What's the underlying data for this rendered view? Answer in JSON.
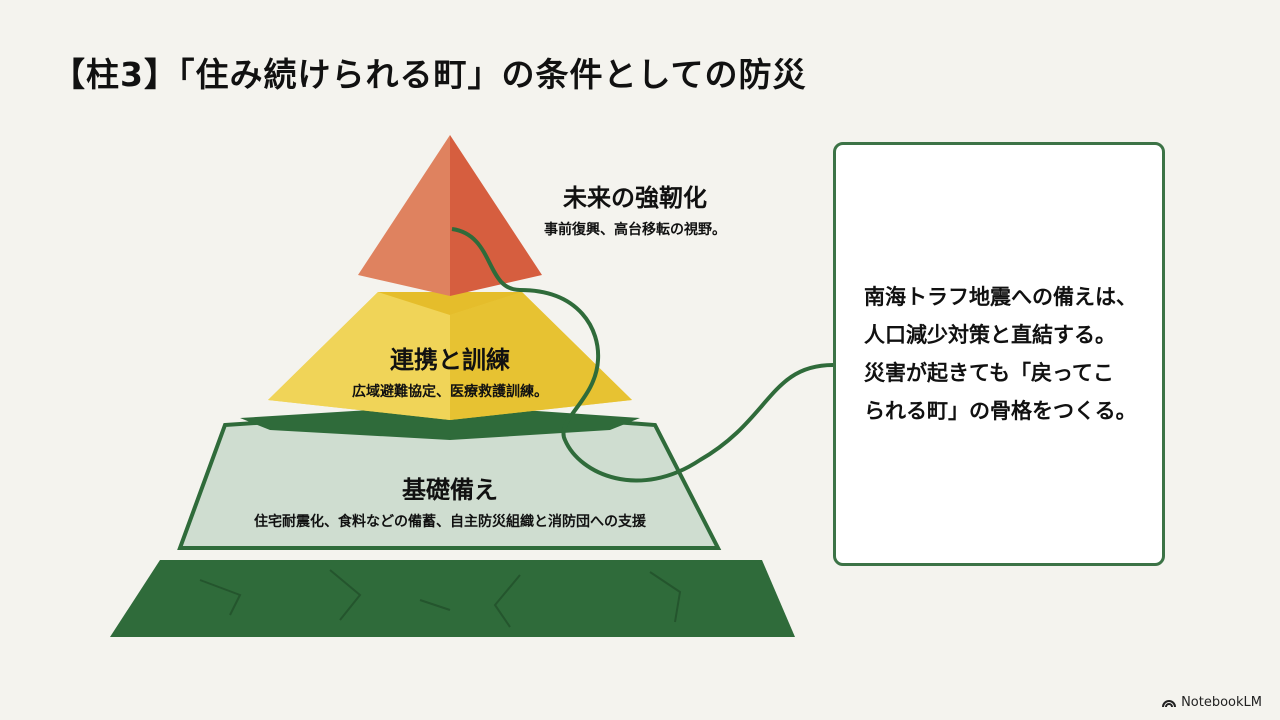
{
  "title": "【柱3】「住み続けられる町」の条件としての防災",
  "pyramid": {
    "top": {
      "heading": "未来の強靭化",
      "detail": "事前復興、高台移転の視野。"
    },
    "middle": {
      "heading": "連携と訓練",
      "detail": "広域避難協定、医療救護訓練。"
    },
    "bottom": {
      "heading": "基礎備え",
      "detail": "住宅耐震化、食料などの備蓄、自主防災組織と消防団への支援"
    }
  },
  "callout": {
    "lines": [
      "南海トラフ地震への備えは、",
      "人口減少対策と直結する。",
      "災害が起きても「戻ってこ",
      "られる町」の骨格をつくる。"
    ]
  },
  "colors": {
    "orange": "#d9694a",
    "yellow": "#eecb3c",
    "green": "#2f6b3a",
    "light_green": "#cfddd0"
  },
  "brand": "NotebookLM"
}
